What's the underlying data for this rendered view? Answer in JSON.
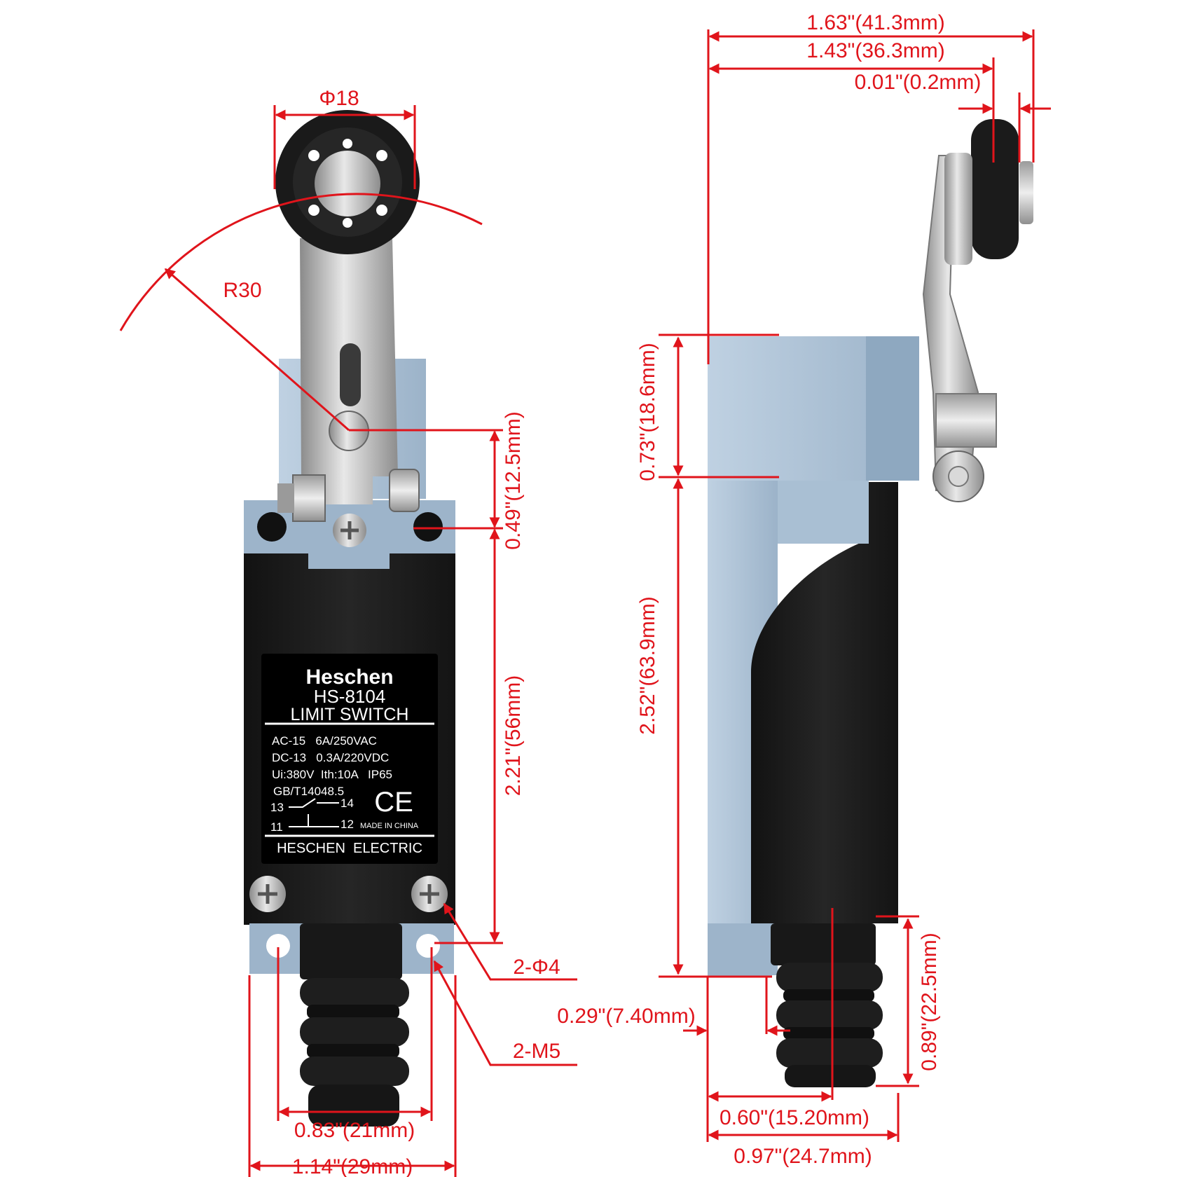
{
  "colors": {
    "dimension": "#e0141b",
    "housing_top": "#a9bfd4",
    "housing_body": "#1c1c1c",
    "metal": "#b9b9b9",
    "roller": "#1a1a1a",
    "label_bg": "#000000"
  },
  "front_view": {
    "roller_diameter": "Φ18",
    "arm_radius": "R30",
    "pivot_to_mount": "0.49\"(12.5mm)",
    "mount_to_holes": "2.21\"(56mm)",
    "hole_spec": "2-Φ4",
    "thread_spec": "2-M5",
    "hole_spacing": "0.83\"(21mm)",
    "body_width": "1.14\"(29mm)"
  },
  "label_plate": {
    "brand": "Heschen",
    "model": "HS-8104",
    "type": "LIMIT SWITCH",
    "rating_ac": "AC-15   6A/250VAC",
    "rating_dc": "DC-13   0.3A/220VDC",
    "rating_ui": "Ui:380V  Ith:10A   IP65",
    "standard": "GB/T14048.5",
    "ce_mark": "CE",
    "terminal_13": "13",
    "terminal_14": "14",
    "terminal_11": "11",
    "terminal_12": "12",
    "origin": "MADE IN CHINA",
    "maker": "HESCHEN  ELECTRIC"
  },
  "side_view": {
    "overall_width": "1.63\"(41.3mm)",
    "arm_reach": "1.43\"(36.3mm)",
    "roller_offset": "0.01\"(0.2mm)",
    "head_height": "0.73\"(18.6mm)",
    "body_height": "2.52\"(63.9mm)",
    "boot_height": "0.89\"(22.5mm)",
    "base_offset": "0.29\"(7.40mm)",
    "boot_position": "0.60\"(15.20mm)",
    "body_depth": "0.97\"(24.7mm)"
  }
}
